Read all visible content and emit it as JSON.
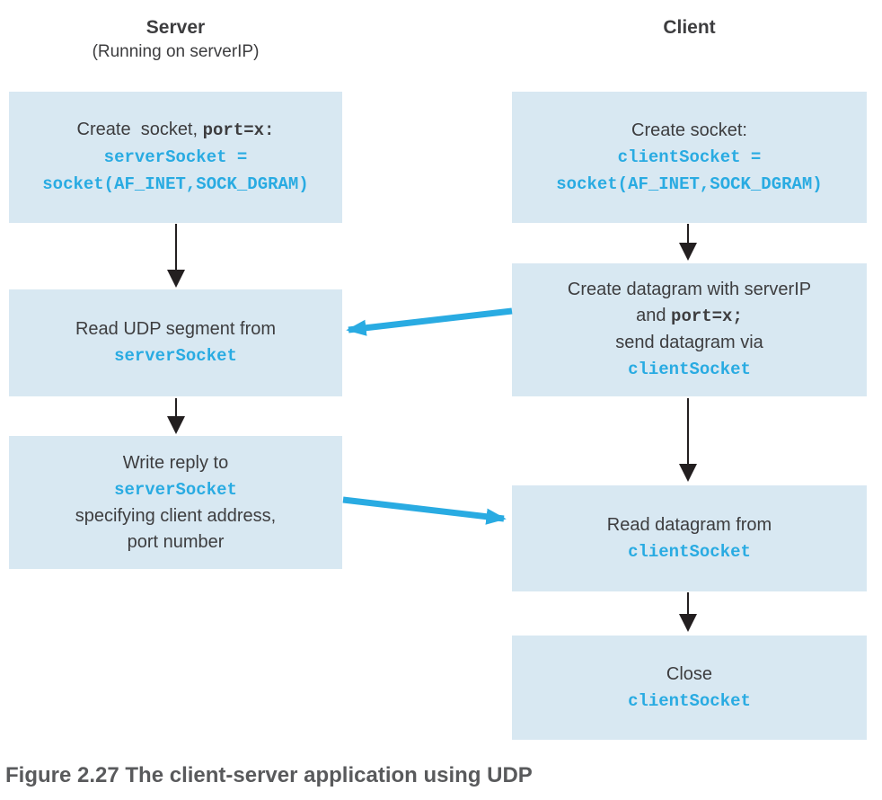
{
  "server": {
    "header": "Server",
    "subheader": "(Running on serverIP)",
    "boxes": {
      "create": {
        "label": "Create  socket, ",
        "label_code": "port=x:",
        "code1": "serverSocket =",
        "code2": "socket(AF_INET,SOCK_DGRAM)"
      },
      "read": {
        "label": "Read UDP segment from",
        "code1": "serverSocket"
      },
      "write": {
        "label": "Write reply to",
        "code1": "serverSocket",
        "label2": "specifying client address,",
        "label3": "port number"
      }
    }
  },
  "client": {
    "header": "Client",
    "boxes": {
      "create": {
        "label": "Create socket:",
        "code1": "clientSocket =",
        "code2": "socket(AF_INET,SOCK_DGRAM)"
      },
      "datagram": {
        "label": "Create datagram with serverIP",
        "label2": "and ",
        "label2_code": "port=x;",
        "label3": "send datagram via",
        "code1": "clientSocket"
      },
      "read": {
        "label": "Read datagram from",
        "code1": "clientSocket"
      },
      "close": {
        "label": "Close",
        "code1": "clientSocket"
      }
    }
  },
  "caption": "Figure 2.27 The client-server application using UDP",
  "colors": {
    "box_fill": "#d8e8f2",
    "code_blue": "#29abe2",
    "text_dark": "#3d3d3f",
    "arrow_black": "#231f20",
    "caption_gray": "#595a5c"
  }
}
